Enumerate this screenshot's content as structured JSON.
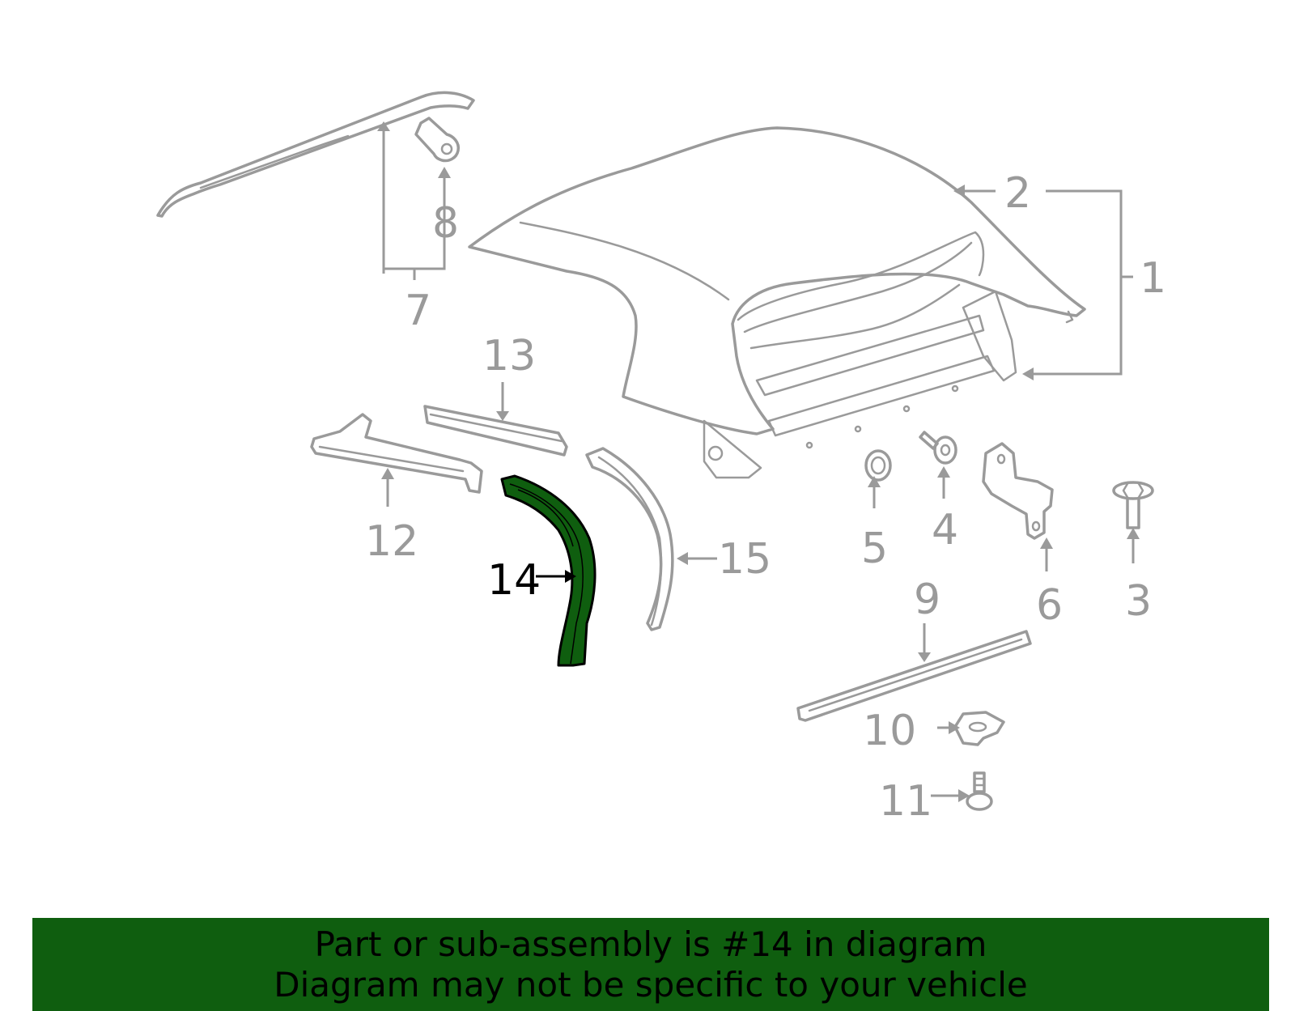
{
  "diagram": {
    "highlighted_part": "14",
    "colors": {
      "line": "#9a9a9a",
      "highlight_fill": "#0f5e0f",
      "highlight_outline": "#000000",
      "banner_bg": "#0f5e0f"
    },
    "callouts": {
      "c1": "1",
      "c2": "2",
      "c3": "3",
      "c4": "4",
      "c5": "5",
      "c6": "6",
      "c7": "7",
      "c8": "8",
      "c9": "9",
      "c10": "10",
      "c11": "11",
      "c12": "12",
      "c13": "13",
      "c14": "14",
      "c15": "15"
    }
  },
  "banner": {
    "line1": "Part or sub-assembly is #14 in diagram",
    "line2": "Diagram may not be specific to your vehicle"
  }
}
